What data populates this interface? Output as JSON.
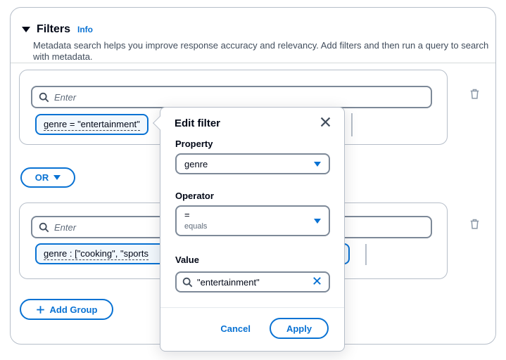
{
  "panel": {
    "title": "Filters",
    "info_link": "Info",
    "description": "Metadata search helps you improve response accuracy and relevancy. Add filters and then run a query to search with metadata."
  },
  "filter_groups": [
    {
      "search_placeholder": "Enter",
      "token": "genre = \"entertainment\""
    },
    {
      "search_placeholder": "Enter",
      "token": "genre : [\"cooking\", \"sports"
    }
  ],
  "or_button_label": "OR",
  "add_group_label": "Add Group",
  "edit_filter_popover": {
    "title": "Edit filter",
    "property": {
      "label": "Property",
      "selected": "genre"
    },
    "operator": {
      "label": "Operator",
      "selected": "=",
      "description": "equals"
    },
    "value": {
      "label": "Value",
      "text": "\"entertainment\""
    },
    "cancel_label": "Cancel",
    "apply_label": "Apply"
  },
  "icons": {
    "expand_section": "filled-triangle-down",
    "search": "magnifier",
    "dropdown_caret": "filled-triangle-down",
    "popover_close": "x",
    "value_clear": "x",
    "remove_group": "trash-can",
    "add": "plus"
  },
  "colors": {
    "accent": "#0972d3",
    "text": "#000716",
    "secondary_text": "#5f6b7a",
    "input_border": "#7d8998",
    "container_border": "#b6bec9",
    "token_background": "#f2f8fd"
  }
}
